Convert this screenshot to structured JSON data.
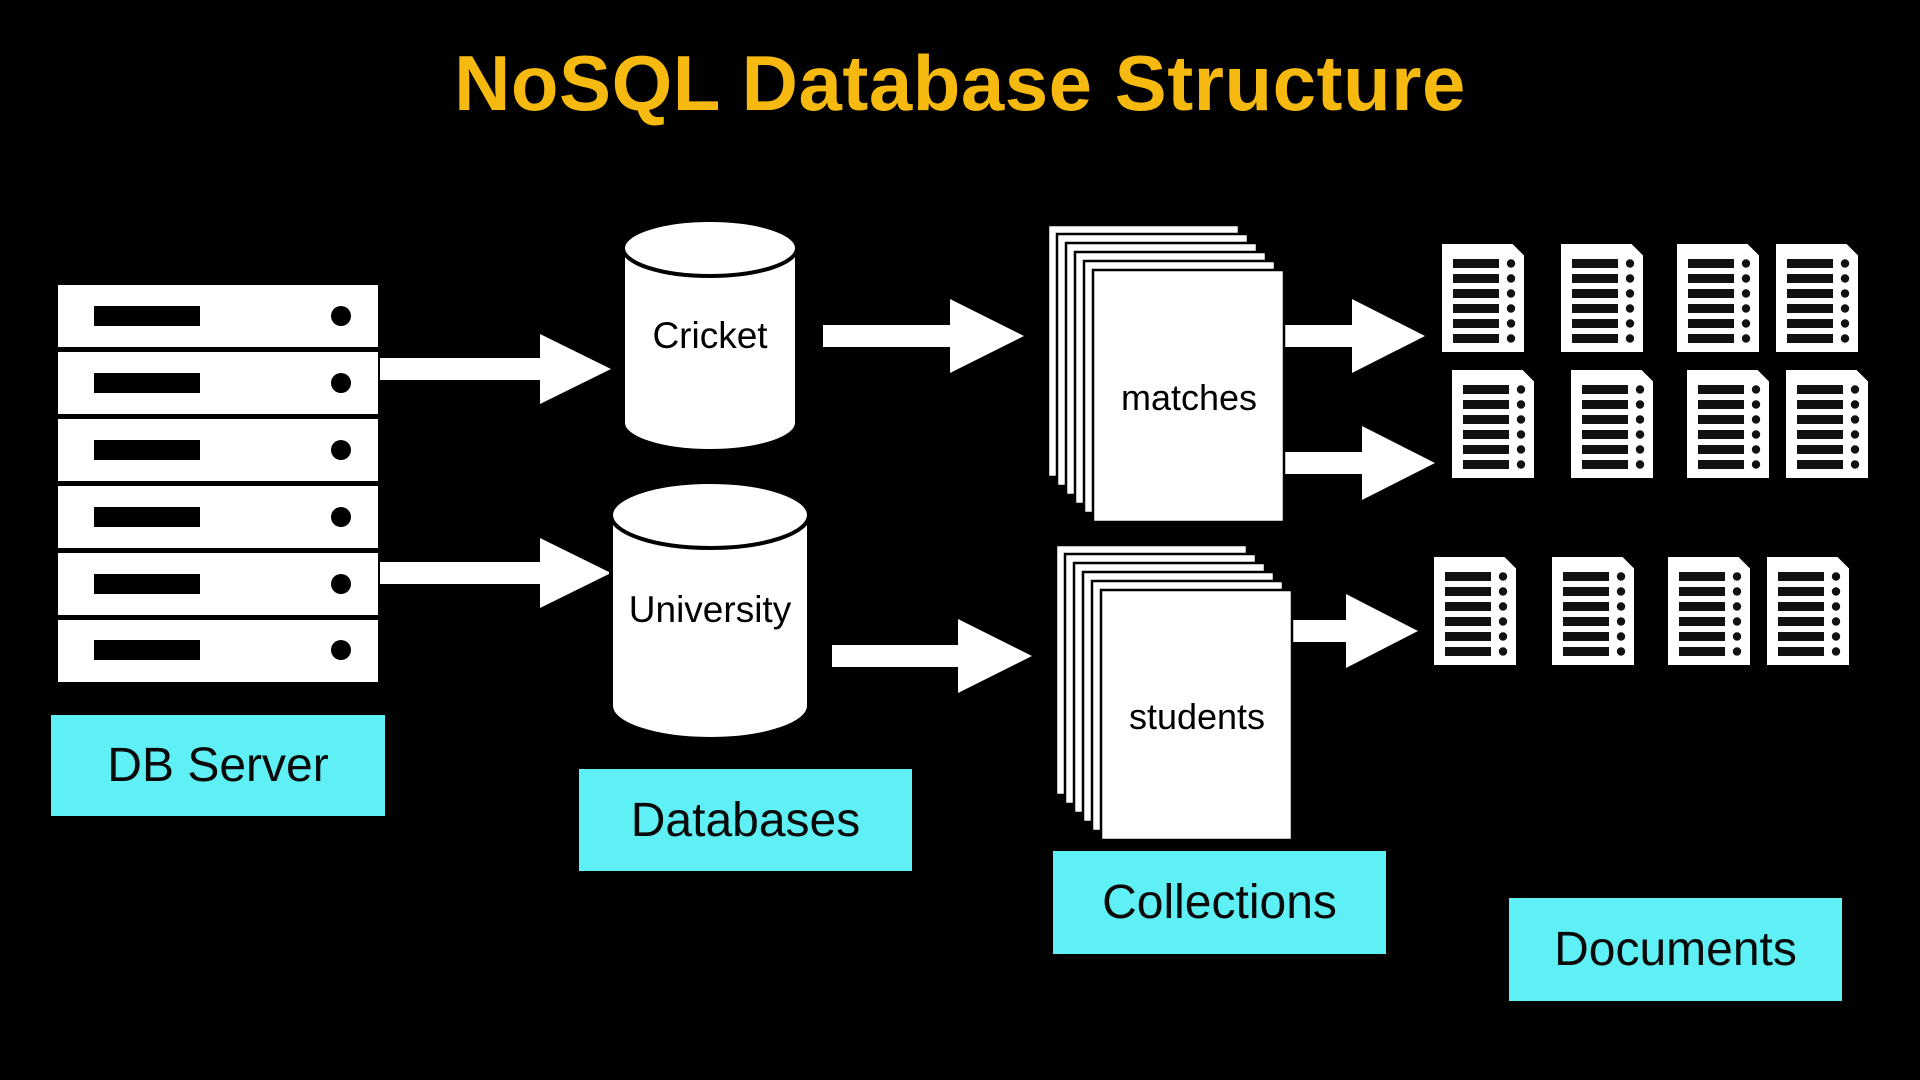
{
  "title": "NoSQL Database Structure",
  "captions": {
    "server": "DB Server",
    "databases": "Databases",
    "collections": "Collections",
    "documents": "Documents"
  },
  "databases": [
    "Cricket",
    "University"
  ],
  "collections": [
    "matches",
    "students"
  ],
  "documents": {
    "matches": 8,
    "students": 4
  },
  "colors": {
    "title": "#f5b90f",
    "caption_bg": "#5ef0f5",
    "background": "#000000",
    "shapes": "#ffffff"
  }
}
